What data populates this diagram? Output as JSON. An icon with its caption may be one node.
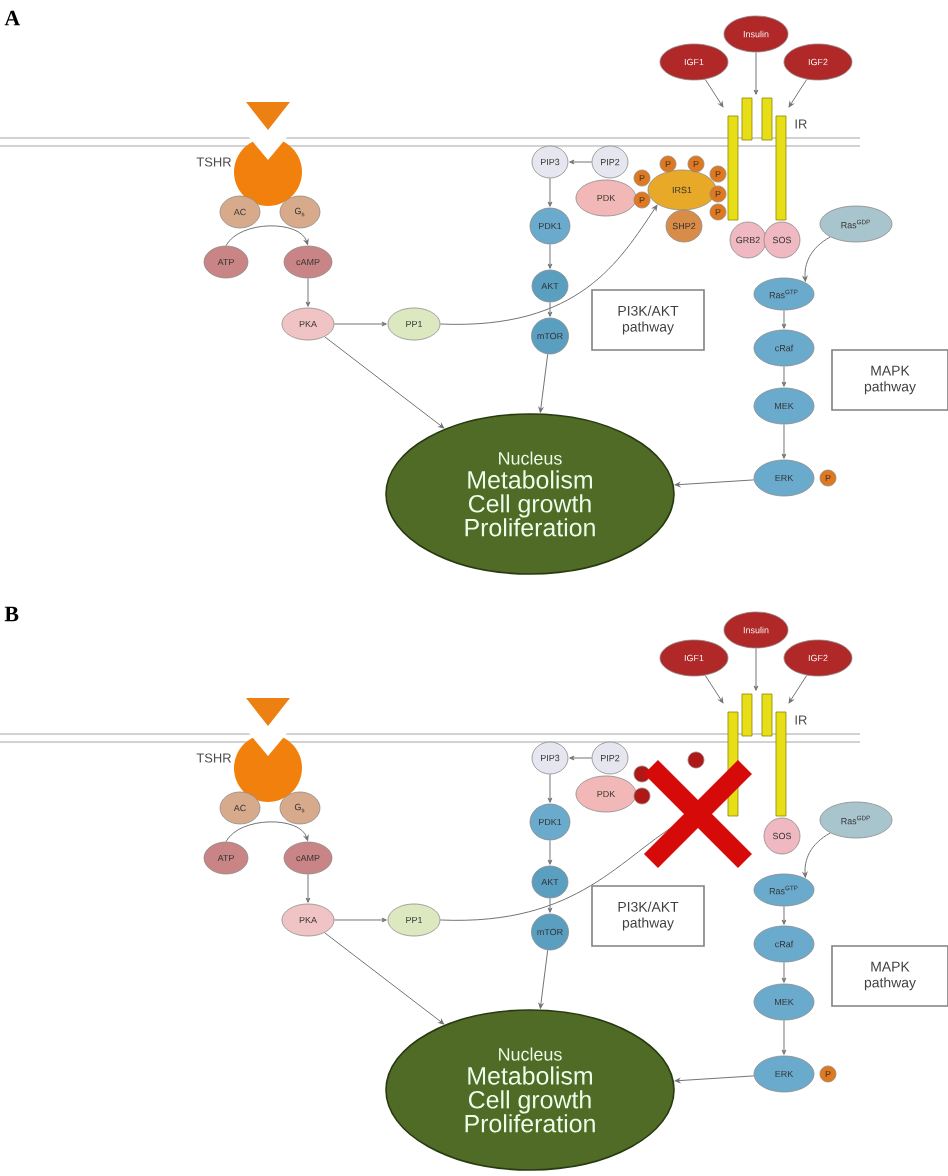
{
  "diagram": {
    "nodes": [
      {
        "text": [],
        "shape": "triangle"
      },
      {
        "text": [],
        "shape": "circle",
        "beside": [
          "TSHR"
        ]
      },
      {
        "text": [
          "AC"
        ]
      },
      {
        "text": [
          "G$_{s}$"
        ]
      },
      {
        "text": [
          "ATP"
        ]
      },
      {
        "text": [
          "cAMP"
        ]
      },
      {
        "text": [
          "PKA"
        ]
      },
      {
        "text": [
          "PP1"
        ]
      },
      {
        "text": [
          "PIP3"
        ]
      },
      {
        "text": [
          "PIP2"
        ]
      },
      {
        "text": [
          "PDK"
        ]
      },
      {
        "text": [
          "IRS1"
        ]
      },
      {
        "text": [
          "SHP2"
        ]
      },
      {
        "text": [
          "P"
        ]
      },
      {
        "text": [
          "P"
        ]
      },
      {
        "text": [
          "P"
        ]
      },
      {
        "text": [
          "P"
        ]
      },
      {
        "text": [
          "P"
        ]
      },
      {
        "text": [
          "P"
        ]
      },
      {
        "text": [
          "P"
        ]
      },
      {
        "text": [
          "IGF1"
        ]
      },
      {
        "text": [
          "Insulin"
        ]
      },
      {
        "text": [
          "IGF2"
        ]
      },
      {
        "text": [],
        "shape": "bar",
        "beside": [
          "IR"
        ]
      },
      {
        "text": [
          "GRB2"
        ]
      },
      {
        "text": [
          "SOS"
        ]
      },
      {
        "text": [
          "Ras$^{GDP}$"
        ]
      },
      {
        "text": [
          "PDK1"
        ]
      },
      {
        "text": [
          "AKT"
        ]
      },
      {
        "text": [
          "mTOR"
        ]
      },
      {
        "text": [
          "Ras$^{GTP}$"
        ]
      },
      {
        "text": [
          "cRaf"
        ]
      },
      {
        "text": [
          "MEK"
        ]
      },
      {
        "text": [
          "ERK"
        ]
      },
      {
        "text": [
          "P"
        ]
      },
      {
        "text": [
          "PI3K/AKT pathway"
        ]
      },
      {
        "text": [
          "MAPK pathway"
        ]
      },
      {
        "text": [
          "Nucleus",
          "Metabolism",
          "Cell growth",
          "Proliferation"
        ]
      },
      {
        "text": [],
        "shape": "triangle"
      },
      {
        "text": [],
        "shape": "circle",
        "beside": [
          "TSHR"
        ]
      },
      {
        "text": [
          "AC"
        ]
      },
      {
        "text": [
          "G$_{s}$"
        ]
      },
      {
        "text": [
          "ATP"
        ]
      },
      {
        "text": [
          "cAMP"
        ]
      },
      {
        "text": [
          "PKA"
        ]
      },
      {
        "text": [
          "PP1"
        ]
      },
      {
        "text": [
          "PIP3"
        ]
      },
      {
        "text": [
          "PIP2"
        ]
      },
      {
        "text": [
          "PDK"
        ]
      },
      {
        "text": [],
        "shape": "circle"
      },
      {
        "text": [],
        "shape": "circle"
      },
      {
        "text": [],
        "shape": "circle"
      },
      {
        "text": [
          "IGF1"
        ]
      },
      {
        "text": [
          "Insulin"
        ]
      },
      {
        "text": [
          "IGF2"
        ]
      },
      {
        "text": [],
        "shape": "bar",
        "beside": [
          "IR"
        ]
      },
      {
        "text": [
          "SOS"
        ]
      },
      {
        "text": [
          "Ras$^{GDP}$"
        ]
      },
      {
        "text": [
          "PDK1"
        ]
      },
      {
        "text": [
          "AKT"
        ]
      },
      {
        "text": [
          "mTOR"
        ]
      },
      {
        "text": [
          "Ras$^{GTP}$"
        ]
      },
      {
        "text": [
          "cRaf"
        ]
      },
      {
        "text": [
          "MEK"
        ]
      },
      {
        "text": [
          "ERK"
        ]
      },
      {
        "text": [
          "P"
        ]
      },
      {
        "text": [
          "PI3K/AKT pathway"
        ]
      },
      {
        "text": [
          "MAPK pathway"
        ]
      },
      {
        "text": [
          "Nucleus",
          "Metabolism",
          "Cell growth",
          "Proliferation"
        ]
      }
    ],
    "edges": [
      {
        "from": 4,
        "to": 5,
        "arrow": "to"
      },
      {
        "from": 5,
        "to": 6,
        "arrow": "to"
      },
      {
        "from": 6,
        "to": 7,
        "arrow": "to"
      },
      {
        "from": 6,
        "to": 37,
        "arrow": "to"
      },
      {
        "from": 7,
        "to": 11,
        "arrow": "to"
      },
      {
        "from": 9,
        "to": 8,
        "arrow": "to"
      },
      {
        "from": 8,
        "to": 27,
        "arrow": "to"
      },
      {
        "from": 27,
        "to": 28,
        "arrow": "to"
      },
      {
        "from": 28,
        "to": 29,
        "arrow": "to"
      },
      {
        "from": 29,
        "to": 37,
        "arrow": "to"
      },
      {
        "from": 20,
        "to": 23,
        "arrow": "to"
      },
      {
        "from": 21,
        "to": 23,
        "arrow": "to"
      },
      {
        "from": 22,
        "to": 23,
        "arrow": "to"
      },
      {
        "from": 26,
        "to": 30,
        "arrow": "to"
      },
      {
        "from": 30,
        "to": 31,
        "arrow": "to"
      },
      {
        "from": 31,
        "to": 32,
        "arrow": "to"
      },
      {
        "from": 32,
        "to": 33,
        "arrow": "to"
      },
      {
        "from": 33,
        "to": 37,
        "arrow": "to"
      },
      {
        "from": 42,
        "to": 43,
        "arrow": "to"
      },
      {
        "from": 43,
        "to": 44,
        "arrow": "to"
      },
      {
        "from": 44,
        "to": 45,
        "arrow": "to"
      },
      {
        "from": 44,
        "to": 68,
        "arrow": "to"
      },
      {
        "from": 45,
        "to": null,
        "arrow": "none"
      },
      {
        "from": 47,
        "to": 46,
        "arrow": "to"
      },
      {
        "from": 46,
        "to": 58,
        "arrow": "to"
      },
      {
        "from": 58,
        "to": 59,
        "arrow": "to"
      },
      {
        "from": 59,
        "to": 60,
        "arrow": "to"
      },
      {
        "from": 60,
        "to": 68,
        "arrow": "to"
      },
      {
        "from": 52,
        "to": 55,
        "arrow": "to"
      },
      {
        "from": 53,
        "to": 55,
        "arrow": "to"
      },
      {
        "from": 54,
        "to": 55,
        "arrow": "to"
      },
      {
        "from": 57,
        "to": 61,
        "arrow": "to"
      },
      {
        "from": 61,
        "to": 62,
        "arrow": "to"
      },
      {
        "from": 62,
        "to": 63,
        "arrow": "to"
      },
      {
        "from": 63,
        "to": 64,
        "arrow": "to"
      },
      {
        "from": 64,
        "to": 68,
        "arrow": "to"
      }
    ],
    "labels": [
      "A",
      "B"
    ]
  }
}
